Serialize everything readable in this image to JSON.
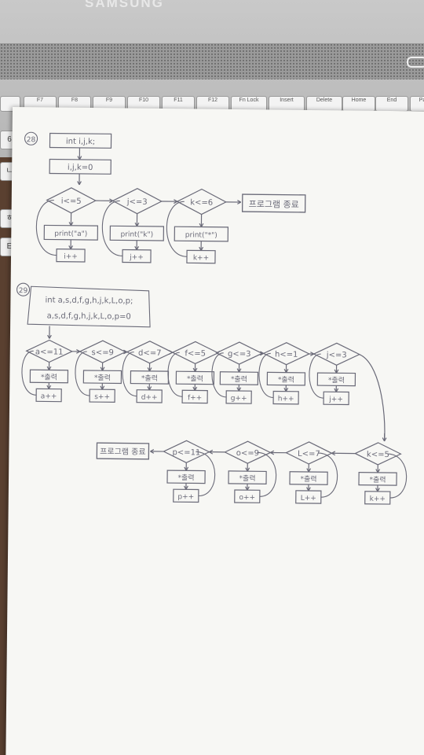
{
  "laptop": {
    "brand": "SAMSUNG",
    "function_keys": [
      "F7",
      "F8",
      "F9",
      "F10",
      "F11",
      "F12",
      "Fn Lock",
      "Insert",
      "Delete",
      "Home",
      "End",
      "Pa"
    ]
  },
  "sheet": {
    "problem_1": {
      "number": "28",
      "declare": "int i,j,k;",
      "init": "i,j,k=0",
      "conditions": [
        "i<=5",
        "j<=3",
        "k<=6"
      ],
      "prints": [
        "print(\"a\")",
        "print(\"k\")",
        "print(\"*\")"
      ],
      "increments": [
        "i++",
        "j++",
        "k++"
      ],
      "end": "프로그램 종료"
    },
    "problem_2": {
      "number": "29",
      "declare": "int a,s,d,f,g,h,j,k,L,o,p;",
      "init": "a,s,d,f,g,h,j,k,L,o,p=0",
      "row1_conditions": [
        "a<=11",
        "s<=9",
        "d<=7",
        "f<=5",
        "g<=3",
        "h<=1",
        "j<=3"
      ],
      "row1_increments": [
        "a++",
        "s++",
        "d++",
        "f++",
        "g++",
        "h++",
        "j++"
      ],
      "row2_conditions": [
        "k<=5",
        "L<=7",
        "o<=9",
        "p<=11"
      ],
      "row2_increments": [
        "k++",
        "L++",
        "o++",
        "p++"
      ],
      "print_label": "*출력",
      "end": "프로그램 종료"
    }
  },
  "colors": {
    "ink": "#6a6a78",
    "paper": "#f7f7f4",
    "laptop": "#c4c4c4"
  }
}
